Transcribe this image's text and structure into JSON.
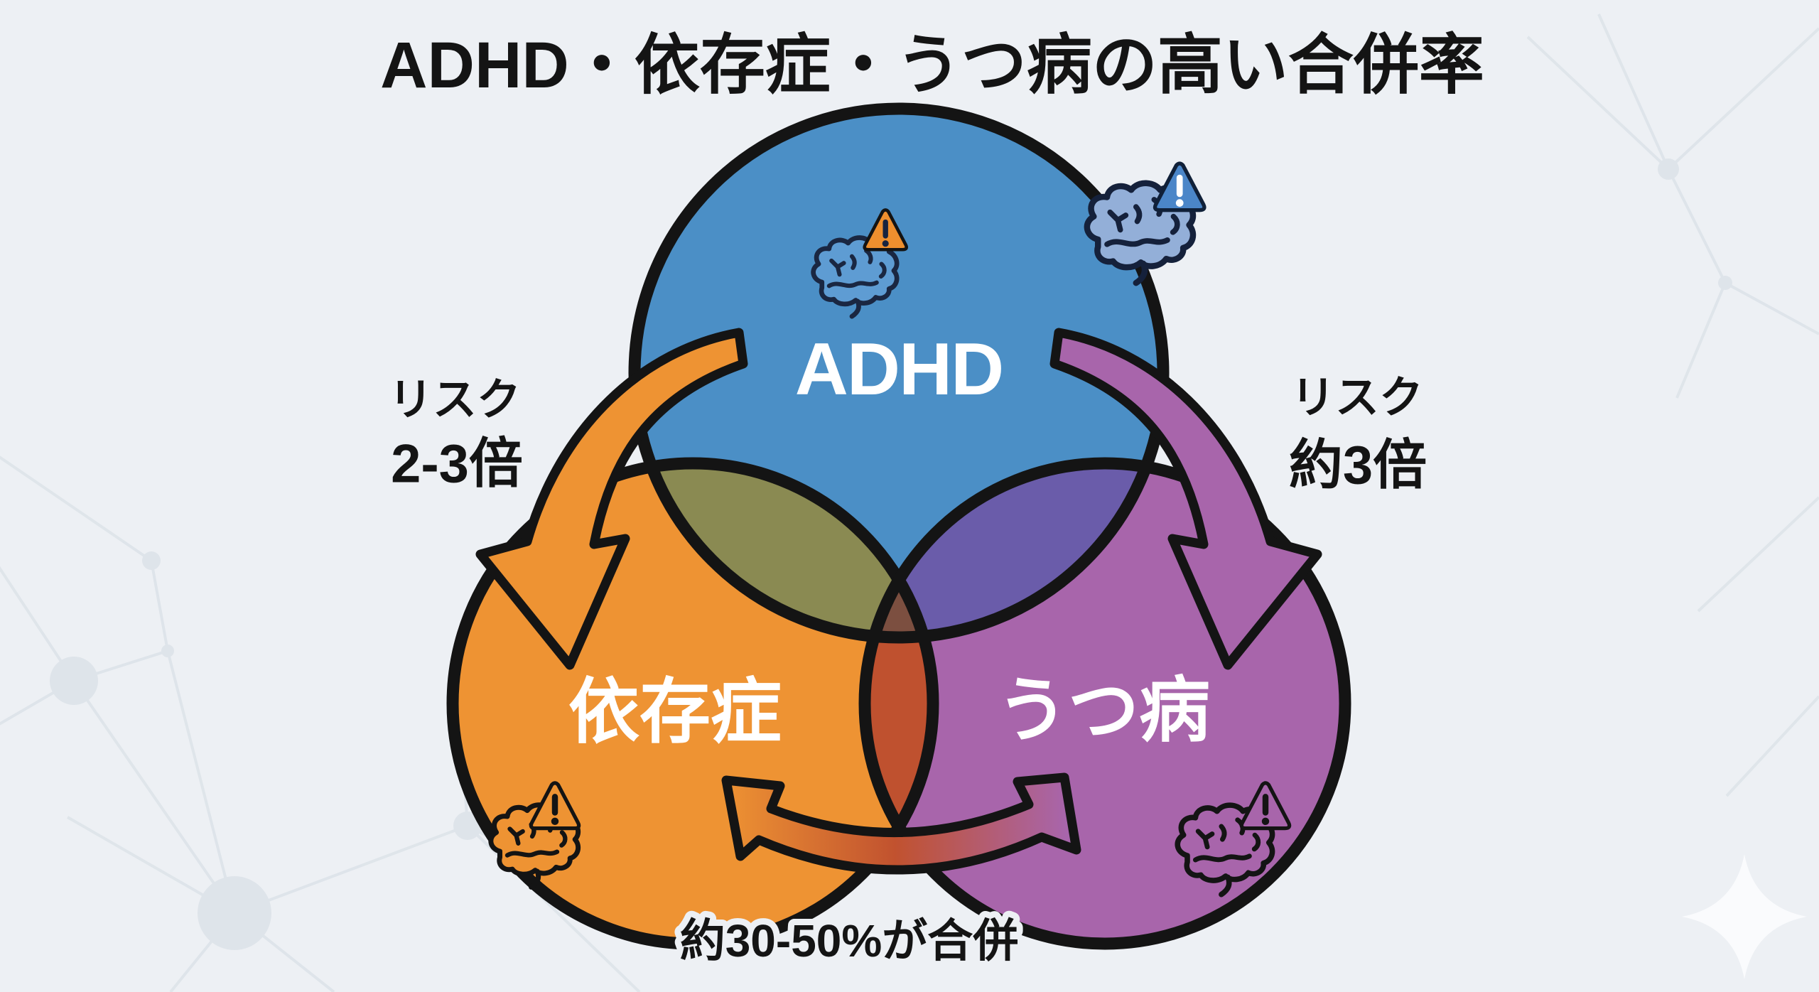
{
  "title": "ADHD・依存症・うつ病の高い合併率",
  "background": {
    "color": "#edf0f4",
    "pattern_color": "#dde3e9",
    "sparkle_color": "#fafbfd"
  },
  "venn": {
    "outline_color": "#141414",
    "circles": [
      {
        "id": "adhd",
        "label": "ADHD",
        "label_color": "#ffffff",
        "color": "#4b8fc6"
      },
      {
        "id": "addiction",
        "label": "依存症",
        "label_color": "#ffffff",
        "color": "#ee9333"
      },
      {
        "id": "depression",
        "label": "うつ病",
        "label_color": "#ffffff",
        "color": "#a865ab"
      }
    ],
    "overlap_colors": {
      "adhd_addiction": "#8a8a52",
      "adhd_depression": "#6a5caa",
      "addiction_depression": "#bf512f",
      "all_three": "#7c4f40"
    }
  },
  "annotations": {
    "text_color": "#141414",
    "risk_left": {
      "line1": "リスク",
      "line2": "2-3倍"
    },
    "risk_right": {
      "line1": "リスク",
      "line2": "約3倍"
    },
    "bottom_comorbidity": "約30-50%が合併"
  },
  "arrows": {
    "adhd_to_addiction": {
      "color": "#ee9333"
    },
    "adhd_to_depression": {
      "color": "#a865ab"
    },
    "addiction_depression": {
      "gradient": [
        "#ee9333",
        "#c1522f",
        "#a865ab"
      ]
    }
  },
  "icons": {
    "adhd_brain": {
      "name": "brain-warning-icon",
      "brain_style": "--body:#5e9cd3; color:#1a2742",
      "triangle_style": "--body:#ee8f2e; color:#141414; --mark:#17233f"
    },
    "outside_brain": {
      "name": "brain-warning-icon",
      "brain_style": "--body:#93afd8; color:#15213b",
      "triangle_style": "--body:#4b86c8; color:#102038; --mark:#ffffff"
    },
    "addiction_brain": {
      "name": "brain-warning-icon",
      "brain_style": "--body:#ee9333; color:#141414",
      "triangle_style": "--body:#ee9333; color:#141414; --mark:#141414"
    },
    "depression_brain": {
      "name": "brain-warning-icon",
      "brain_style": "--body:#a865ab; color:#141414",
      "triangle_style": "--body:#a865ab; color:#141414; --mark:#141414"
    }
  }
}
